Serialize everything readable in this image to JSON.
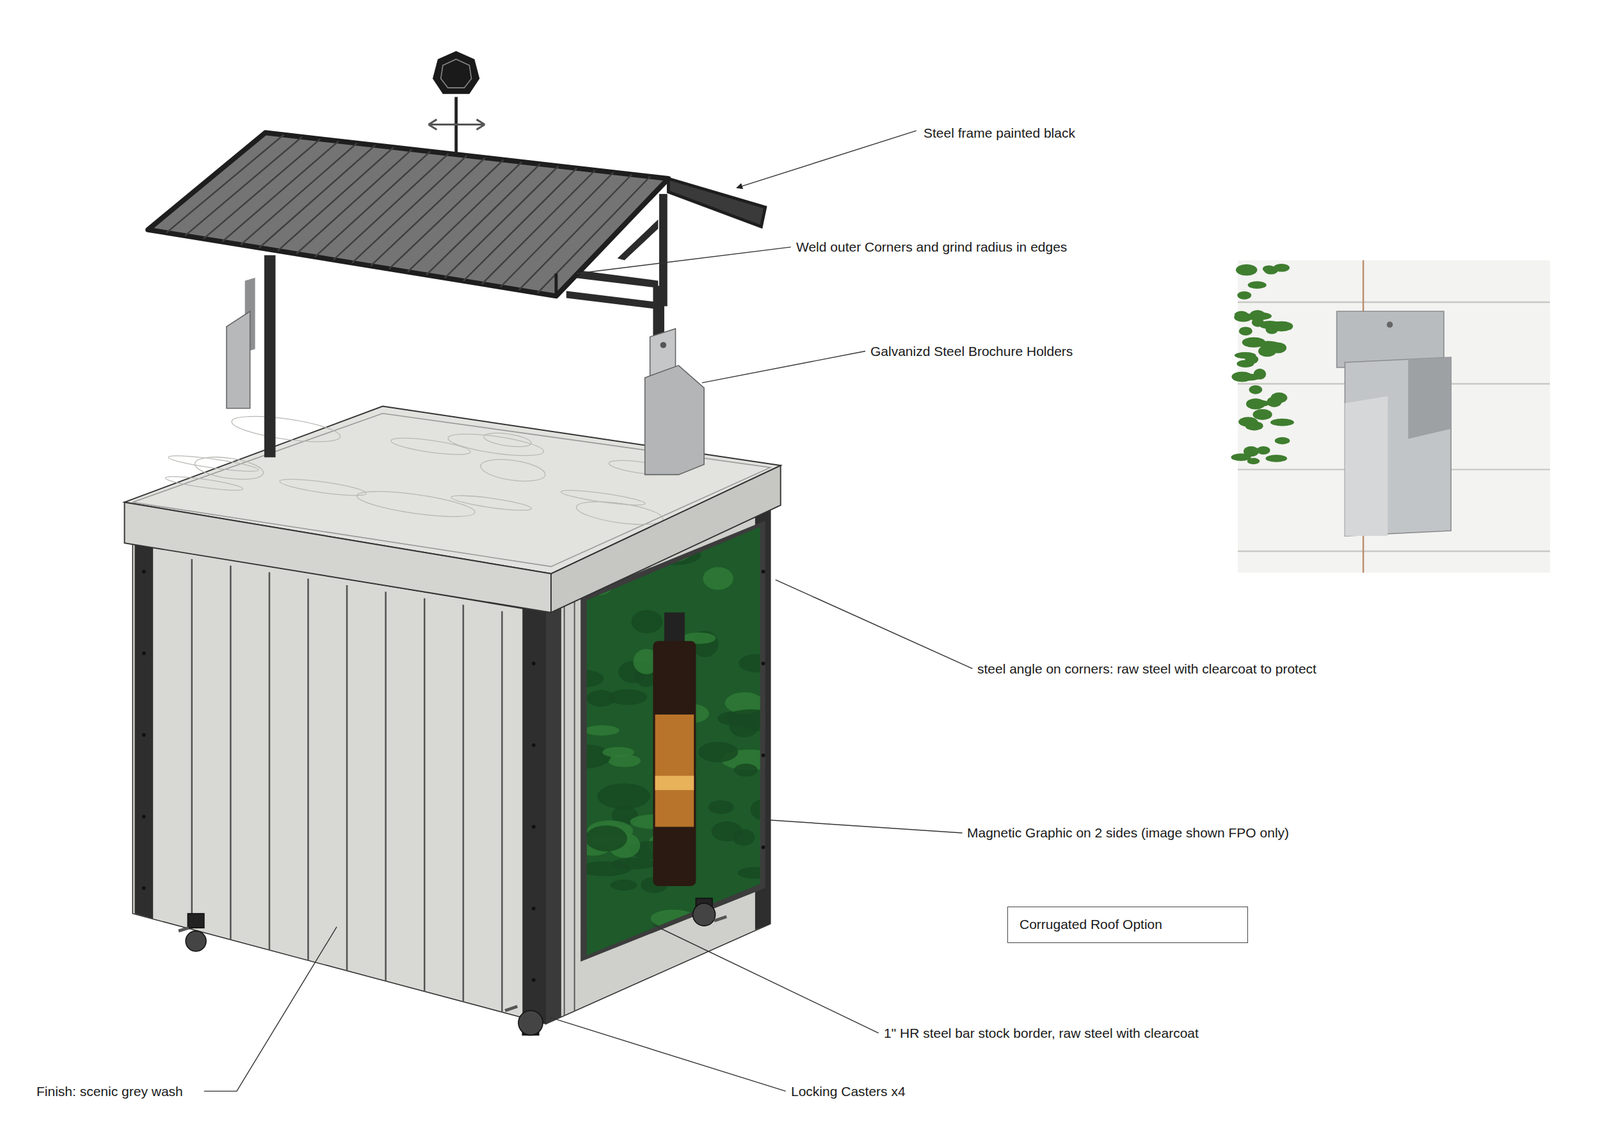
{
  "diagram": {
    "nodes": [
      {
        "text": [
          "Corrugated Roof Option"
        ]
      }
    ],
    "labels": [
      "Steel frame painted black",
      "Weld outer Corners and grind radius in edges",
      "Galvanizd Steel Brochure Holders",
      "steel angle on corners: raw steel with clearcoat to protect",
      "Magnetic Graphic on 2 sides (image shown FPO only)",
      "1\" HR steel bar stock border, raw steel with clearcoat",
      "Locking Casters x4",
      "Finish: scenic grey wash"
    ]
  }
}
